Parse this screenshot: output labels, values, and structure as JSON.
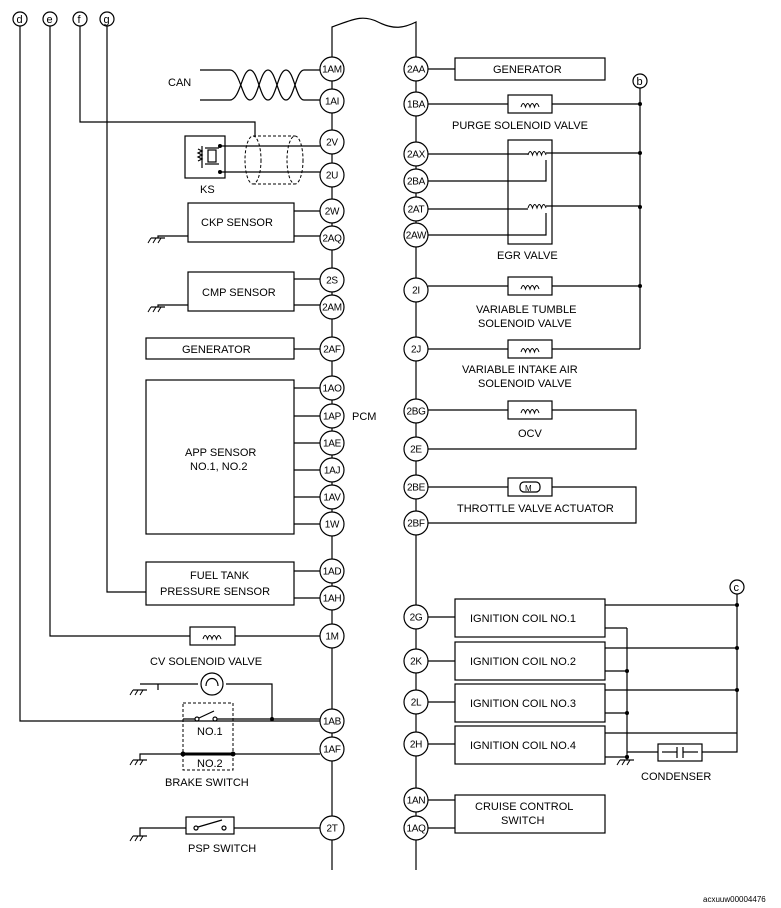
{
  "ecu_label": "PCM",
  "figure_code": "acxuuw00004476",
  "connectors": [
    {
      "id": "d"
    },
    {
      "id": "e"
    },
    {
      "id": "f"
    },
    {
      "id": "g"
    },
    {
      "id": "b"
    },
    {
      "id": "c"
    }
  ],
  "left_pins": [
    "1AM",
    "1AI",
    "2V",
    "2U",
    "2W",
    "2AQ",
    "2S",
    "2AM",
    "2AF",
    "1AO",
    "1AP",
    "1AE",
    "1AJ",
    "1AV",
    "1W",
    "1AD",
    "1AH",
    "1M",
    "1AB",
    "1AF",
    "2T"
  ],
  "right_pins": [
    "2AA",
    "1BA",
    "2AX",
    "2BA",
    "2AT",
    "2AW",
    "2I",
    "2J",
    "2BG",
    "2E",
    "2BE",
    "2BF",
    "2G",
    "2K",
    "2L",
    "2H",
    "1AN",
    "1AQ"
  ],
  "components": {
    "can": "CAN",
    "ks": "KS",
    "ckp": "CKP SENSOR",
    "cmp": "CMP SENSOR",
    "generator_left": "GENERATOR",
    "app_line1": "APP SENSOR",
    "app_line2": "NO.1, NO.2",
    "fuel_line1": "FUEL TANK",
    "fuel_line2": "PRESSURE SENSOR",
    "cv_valve": "CV SOLENOID VALVE",
    "brake_no1": "NO.1",
    "brake_no2": "NO.2",
    "brake_switch": "BRAKE SWITCH",
    "psp_switch": "PSP SWITCH",
    "generator_right": "GENERATOR",
    "purge": "PURGE SOLENOID VALVE",
    "egr": "EGR VALVE",
    "vt_line1": "VARIABLE TUMBLE",
    "vt_line2": "SOLENOID VALVE",
    "via_line1": "VARIABLE INTAKE AIR",
    "via_line2": "SOLENOID VALVE",
    "ocv": "OCV",
    "throttle": "THROTTLE VALVE ACTUATOR",
    "coil1": "IGNITION COIL NO.1",
    "coil2": "IGNITION COIL NO.2",
    "coil3": "IGNITION COIL NO.3",
    "coil4": "IGNITION COIL NO.4",
    "condenser": "CONDENSER",
    "cruise_line1": "CRUISE CONTROL",
    "cruise_line2": "SWITCH"
  }
}
